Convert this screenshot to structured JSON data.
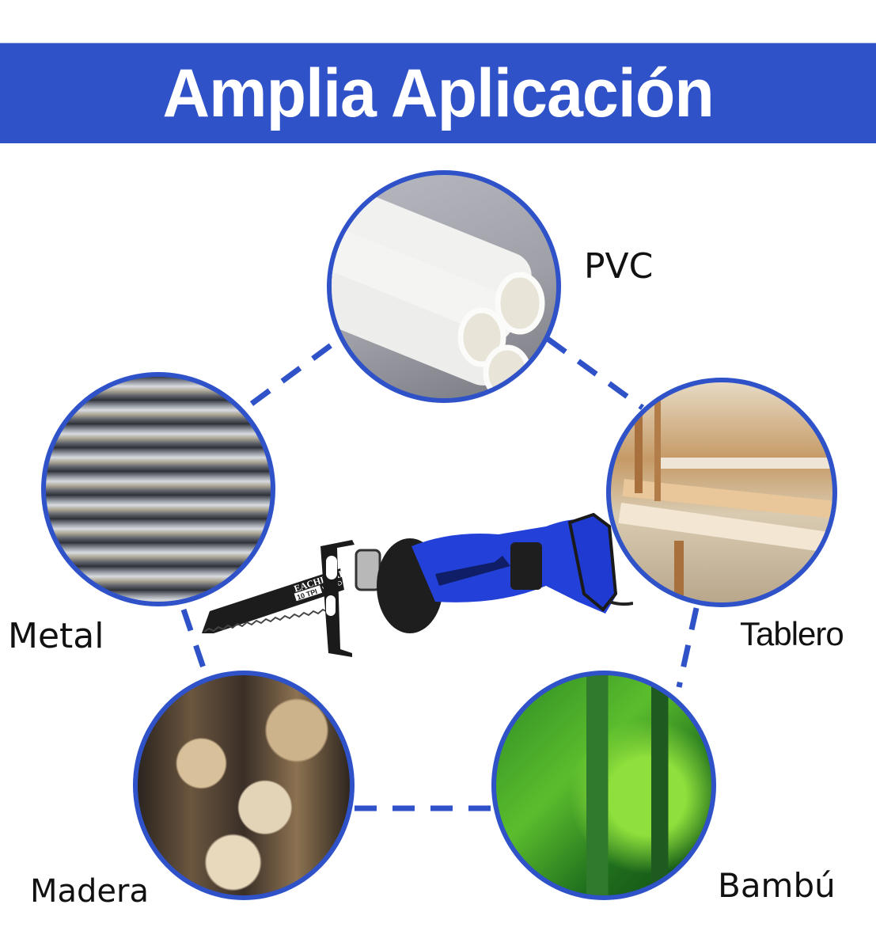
{
  "banner": {
    "title": "Amplia Aplicación",
    "background_color": "#2f52c8",
    "text_color": "#ffffff"
  },
  "product": {
    "type": "reciprocating-saw",
    "blade_brand": "EACHLEAD",
    "blade_spec": "10 TPI",
    "blade_material": "WOOD",
    "body_color": "#2340d8"
  },
  "materials": [
    {
      "id": "pvc",
      "label": "PVC",
      "image": "white PVC pipes"
    },
    {
      "id": "metal",
      "label": "Metal",
      "image": "steel rebar rods"
    },
    {
      "id": "tablero",
      "label": "Tablero",
      "image": "wooden boards in workshop"
    },
    {
      "id": "madera",
      "label": "Madera",
      "image": "stacked firewood logs"
    },
    {
      "id": "bambu",
      "label": "Bambú",
      "image": "green bamboo stalks"
    }
  ],
  "connector_color": "#2f52c8"
}
